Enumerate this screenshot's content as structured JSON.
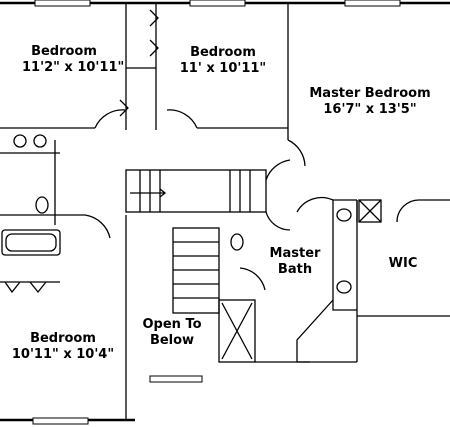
{
  "rooms": {
    "bedroom_nw": {
      "name": "Bedroom",
      "size": "11'2\" x 10'11\""
    },
    "bedroom_n": {
      "name": "Bedroom",
      "size": "11' x 10'11\""
    },
    "master_bedroom": {
      "name": "Master Bedroom",
      "size": "16'7\" x 13'5\""
    },
    "master_bath": {
      "name": "Master",
      "name2": "Bath"
    },
    "wic": {
      "name": "WIC"
    },
    "open_to_below": {
      "name": "Open To",
      "name2": "Below"
    },
    "bedroom_sw": {
      "name": "Bedroom",
      "size": "10'11\" x 10'4\""
    }
  }
}
